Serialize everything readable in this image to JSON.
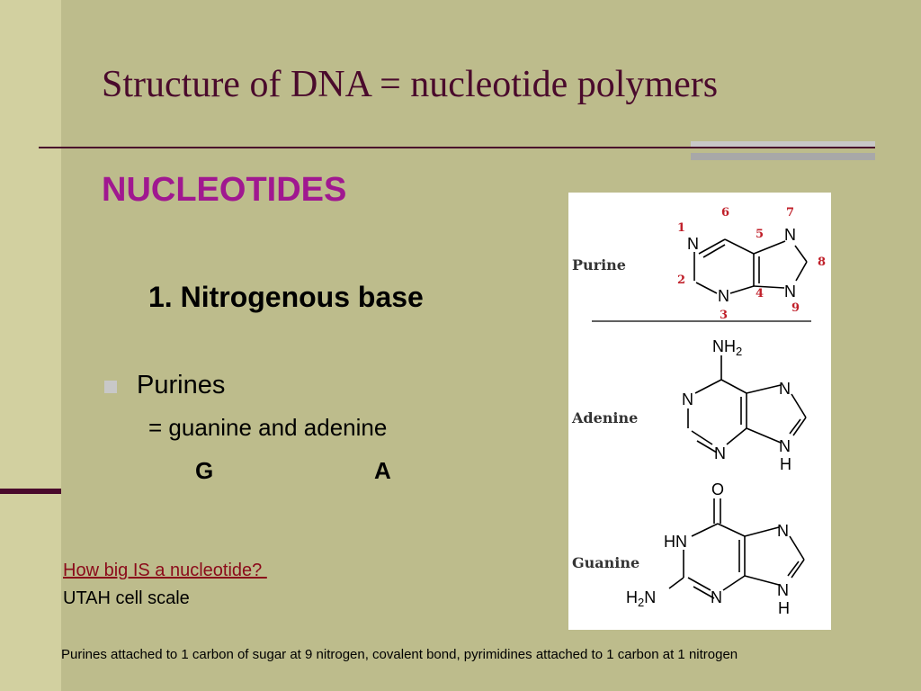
{
  "slide": {
    "title": "Structure of DNA = nucleotide polymers",
    "subtitle": "NUCLEOTIDES",
    "heading": "1. Nitrogenous base",
    "bullet": "Purines",
    "bullet_sub": "= guanine and adenine",
    "letter_g": "G",
    "letter_a": "A",
    "link_text": "How big IS a nucleotide? ",
    "scale_text": "UTAH cell scale",
    "footnote": "Purines attached to 1 carbon of sugar at 9 nitrogen, covalent bond, pyrimidines attached to 1 carbon at 1 nitrogen"
  },
  "figure": {
    "purine_label": "Purine",
    "adenine_label": "Adenine",
    "guanine_label": "Guanine",
    "numbers": [
      "1",
      "2",
      "3",
      "4",
      "5",
      "6",
      "7",
      "8",
      "9"
    ],
    "atoms": {
      "n": "N",
      "nh2": "NH",
      "sub2": "2",
      "h": "H",
      "o": "O",
      "hn": "HN",
      "h2n_h": "H",
      "h2n_n": "N"
    }
  },
  "colors": {
    "background": "#bdbc8c",
    "title": "#4a0a2c",
    "subtitle": "#a01890",
    "link": "#8b0a1a",
    "atom_numbers": "#c0202a"
  }
}
